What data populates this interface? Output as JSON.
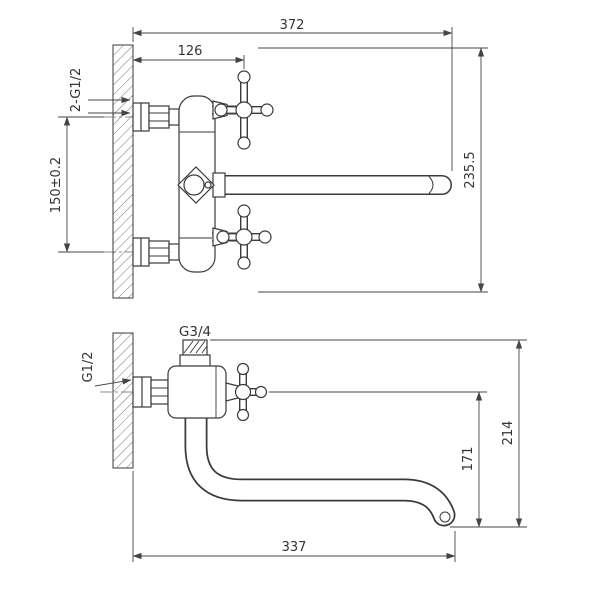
{
  "colors": {
    "background": "#ffffff",
    "line": "#3a3a3a",
    "dimension": "#444444",
    "hatch": "#777777"
  },
  "front_view": {
    "dims": {
      "overall_width": "372",
      "wall_to_handle_center": "126",
      "wall_threads": "2-G1/2",
      "inlet_spacing": "150±0.2",
      "overall_height": "235.5"
    }
  },
  "side_view": {
    "dims": {
      "inlet_thread": "G3/4",
      "wall_thread": "G1/2",
      "center_to_outlet": "171",
      "top_to_outlet": "214",
      "spout_reach": "337"
    }
  }
}
